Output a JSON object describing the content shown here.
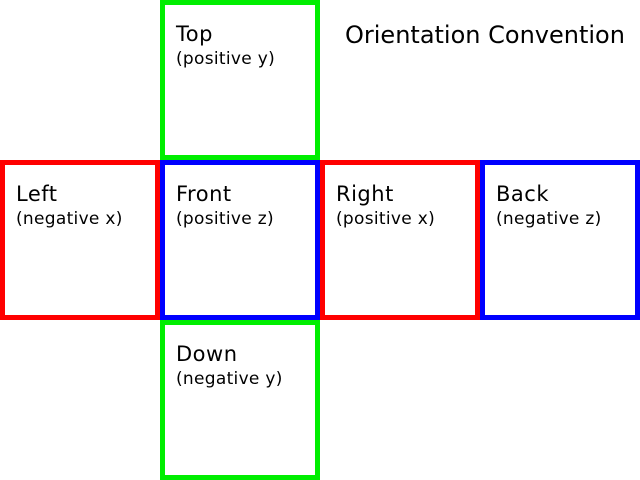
{
  "title": "Orientation Convention",
  "colors": {
    "x_axis_red": "#ff0000",
    "y_axis_green": "#00ee00",
    "z_axis_blue": "#0000ff",
    "text": "#000000",
    "background": "#ffffff"
  },
  "faces": [
    {
      "name": "Top",
      "axis": "(positive y)",
      "border_color": "#00ee00"
    },
    {
      "name": "Left",
      "axis": "(negative x)",
      "border_color": "#ff0000"
    },
    {
      "name": "Front",
      "axis": "(positive z)",
      "border_color": "#0000ff"
    },
    {
      "name": "Right",
      "axis": "(positive x)",
      "border_color": "#ff0000"
    },
    {
      "name": "Back",
      "axis": "(negative z)",
      "border_color": "#0000ff"
    },
    {
      "name": "Down",
      "axis": "(negative y)",
      "border_color": "#00ee00"
    }
  ]
}
